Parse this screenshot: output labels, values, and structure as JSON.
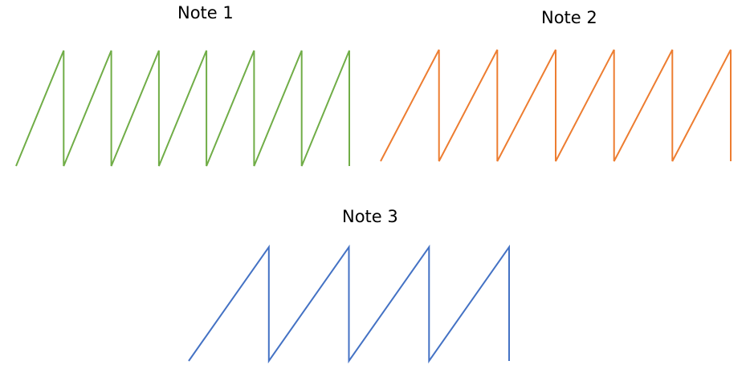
{
  "notes": [
    {
      "label": "Note 1",
      "color": "#70AD47",
      "cycles": 7
    },
    {
      "label": "Note 2",
      "color": "#ED7D31",
      "cycles": 6
    },
    {
      "label": "Note 3",
      "color": "#4472C4",
      "cycles": 4
    }
  ]
}
